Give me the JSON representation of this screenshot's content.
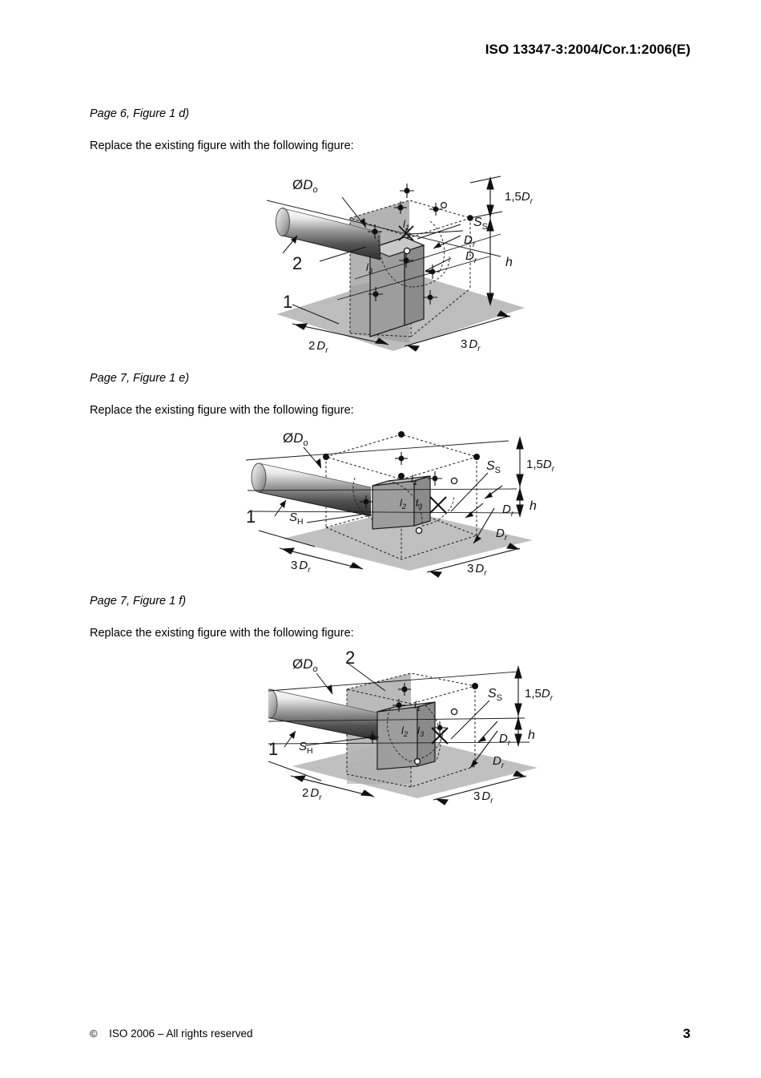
{
  "document": {
    "header": "ISO 13347-3:2004/Cor.1:2006(E)",
    "footer_copyright_symbol": "©",
    "footer_copyright": "ISO 2006 – All rights reserved",
    "page_number": "3"
  },
  "sections": [
    {
      "id": "section-d",
      "title": "Page 6, Figure 1 d)",
      "body": "Replace the existing figure with the following figure:"
    },
    {
      "id": "section-e",
      "title": "Page 7, Figure 1 e)",
      "body": "Replace the existing figure with the following figure:"
    },
    {
      "id": "section-f",
      "title": "Page 7, Figure 1 f)",
      "body": "Replace the existing figure with the following figure:"
    }
  ],
  "figures": {
    "fig_d": {
      "name": "Figure 1 d)",
      "labels": {
        "duct_diameter": "D",
        "duct_diameter_sub": "o",
        "duct_diameter_prefix": "Ø",
        "callout_1": "1",
        "callout_2": "2",
        "l1": "l",
        "l1_sub": "1",
        "l2": "l",
        "l2_sub": "2",
        "l3": "l",
        "l3_sub": "3",
        "Ss": "S",
        "Ss_sub": "S",
        "h": "h",
        "dim_top": "1,5",
        "dim_top_sym": "D",
        "dim_top_sub": "r",
        "Dr1": "D",
        "Dr1_sub": "r",
        "Dr2": "D",
        "Dr2_sub": "r",
        "dim_left": "2",
        "dim_left_sym": "D",
        "dim_left_sub": "r",
        "dim_right": "3",
        "dim_right_sym": "D",
        "dim_right_sub": "r"
      }
    },
    "fig_e": {
      "name": "Figure 1 e)",
      "labels": {
        "duct_diameter_prefix": "Ø",
        "duct_diameter": "D",
        "duct_diameter_sub": "o",
        "callout_1": "1",
        "Sh": "S",
        "Sh_sub": "H",
        "l1": "l",
        "l1_sub": "1",
        "l2": "l",
        "l2_sub": "2",
        "l3": "l",
        "l3_sub": "3",
        "Ss": "S",
        "Ss_sub": "S",
        "h": "h",
        "dim_top": "1,5",
        "dim_top_sym": "D",
        "dim_top_sub": "r",
        "Dr1": "D",
        "Dr1_sub": "r",
        "Dr2": "D",
        "Dr2_sub": "r",
        "dim_left": "3",
        "dim_left_sym": "D",
        "dim_left_sub": "r",
        "dim_right": "3",
        "dim_right_sym": "D",
        "dim_right_sub": "r"
      }
    },
    "fig_f": {
      "name": "Figure 1 f)",
      "labels": {
        "duct_diameter_prefix": "Ø",
        "duct_diameter": "D",
        "duct_diameter_sub": "o",
        "callout_1": "1",
        "callout_2": "2",
        "Sh": "S",
        "Sh_sub": "H",
        "l1": "l",
        "l1_sub": "1",
        "l2": "l",
        "l2_sub": "2",
        "l3": "l",
        "l3_sub": "3",
        "Ss": "S",
        "Ss_sub": "S",
        "h": "h",
        "dim_top": "1,5",
        "dim_top_sym": "D",
        "dim_top_sub": "r",
        "Dr1": "D",
        "Dr1_sub": "r",
        "Dr2": "D",
        "Dr2_sub": "r",
        "dim_left": "2",
        "dim_left_sym": "D",
        "dim_left_sub": "r",
        "dim_right": "3",
        "dim_right_sym": "D",
        "dim_right_sub": "r"
      }
    }
  },
  "colors": {
    "ink": "#000000",
    "ground_plane": "#bdbdbd",
    "wall_plane": "#a8a8a8",
    "box_front": "#9a9a9a",
    "box_side": "#8a8a8a",
    "box_top": "#c4c4c4",
    "duct_light": "#f2f2f2",
    "duct_dark": "#3a3a3a"
  }
}
